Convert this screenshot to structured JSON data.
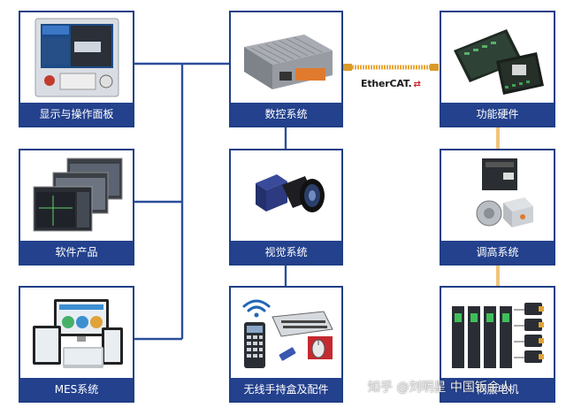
{
  "nodes": {
    "hmi": "显示与操作面板",
    "cnc": "数控系统",
    "func": "功能硬件",
    "soft": "软件产品",
    "vision": "视觉系统",
    "height": "调高系统",
    "mes": "MES系统",
    "wireless": "无线手持盒及配件",
    "servo": "伺服电机"
  },
  "bus": {
    "label_main": "Ether",
    "label_bold": "CAT",
    "label_mark": "."
  },
  "watermark": "知乎 @刘明星 中国钣金人",
  "colors": {
    "frame": "#1f3f86",
    "caption_bg": "#24418d",
    "link": "#2b4e9a",
    "ethercat_cable": "#e8a73a",
    "vertical_link": "#f0c47a"
  }
}
